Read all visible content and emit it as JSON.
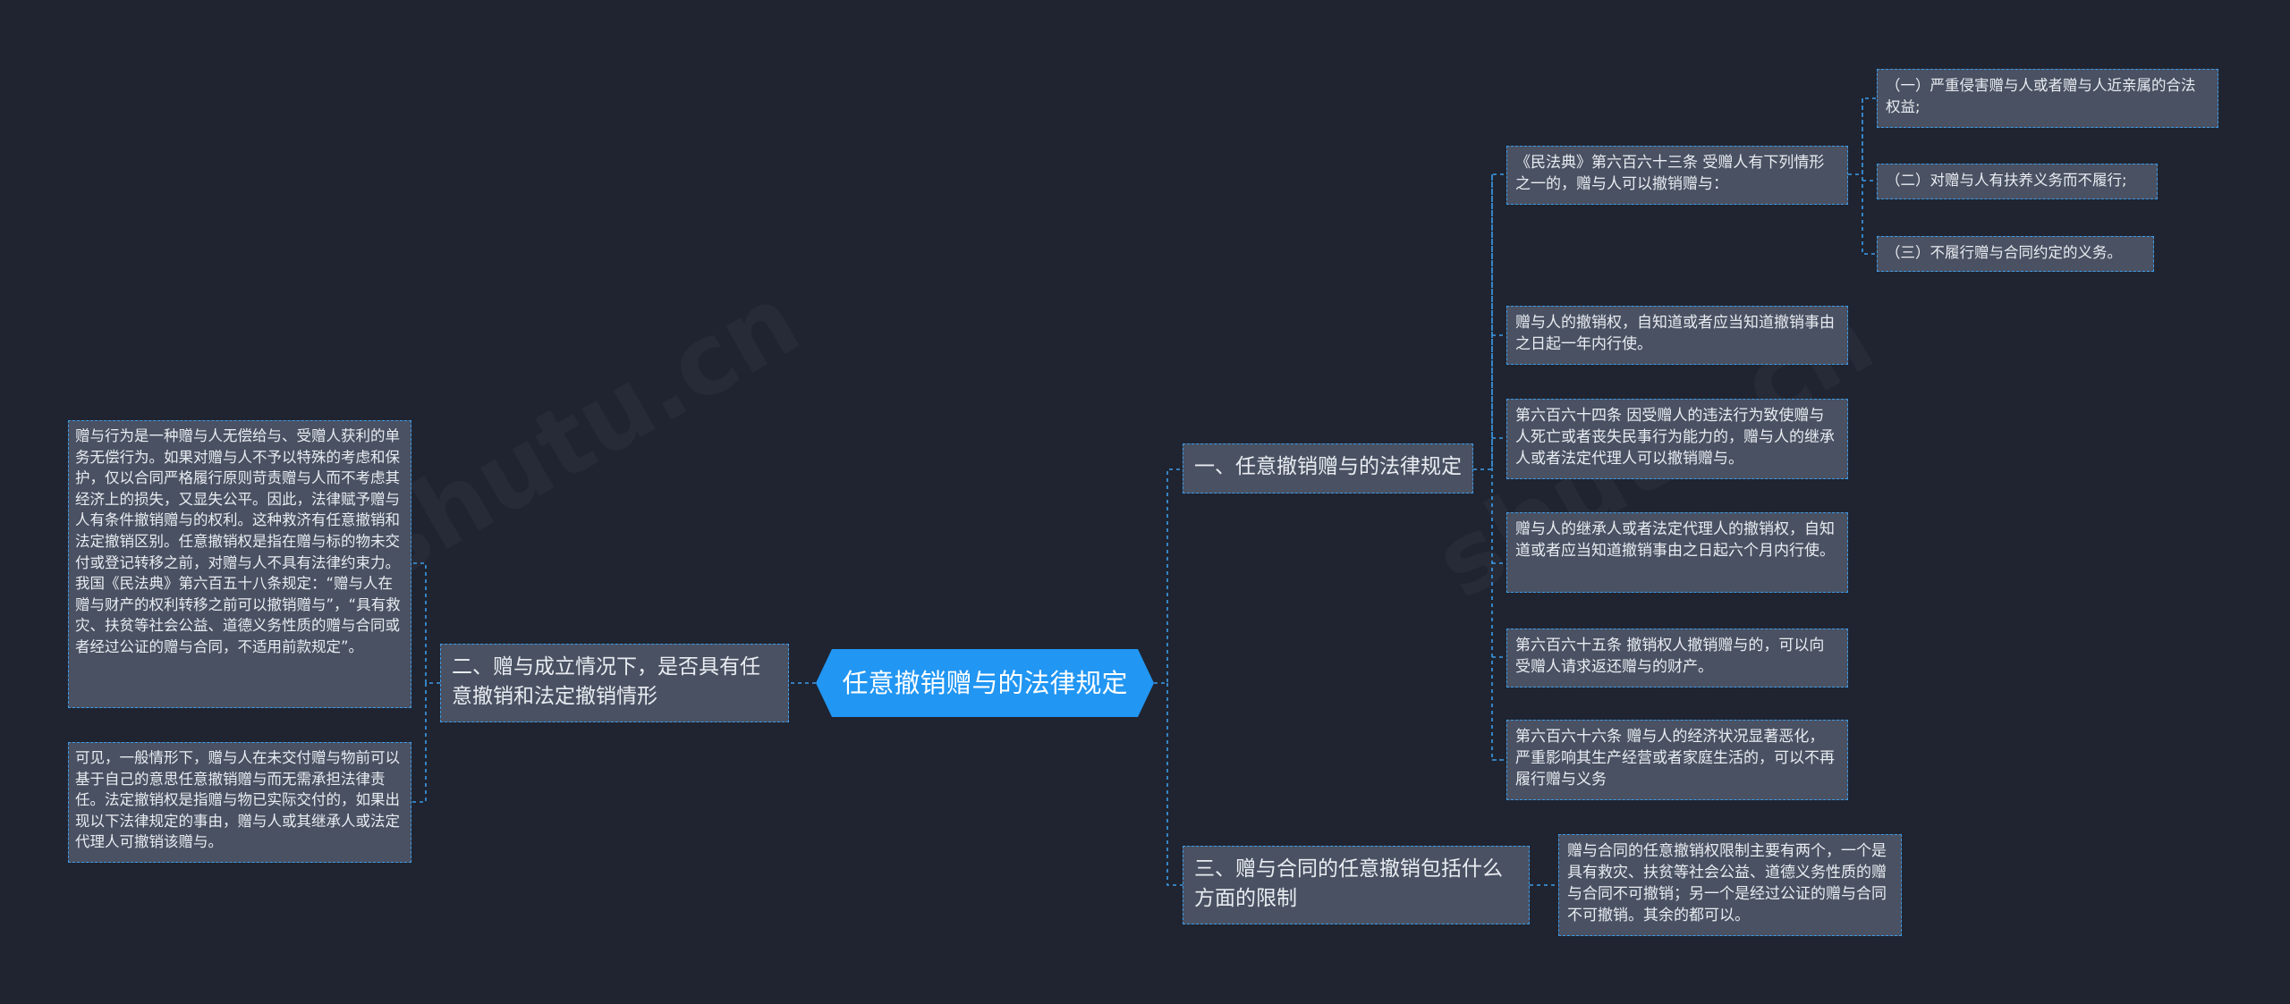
{
  "root": {
    "text": "任意撤销赠与的法律规定"
  },
  "watermark": {
    "left": "shutu.cn",
    "right": "shutu.cn"
  },
  "branches": {
    "b1": {
      "title": "一、任意撤销赠与的法律规定",
      "items": {
        "art663": {
          "text": "《民法典》第六百六十三条 受赠人有下列情形之一的，赠与人可以撤销赠与：",
          "subs": [
            "（一）严重侵害赠与人或者赠与人近亲属的合法权益;",
            "（二）对赠与人有扶养义务而不履行;",
            "（三）不履行赠与合同约定的义务。"
          ]
        },
        "period": "赠与人的撤销权，自知道或者应当知道撤销事由之日起一年内行使。",
        "art664": "第六百六十四条 因受赠人的违法行为致使赠与人死亡或者丧失民事行为能力的，赠与人的继承人或者法定代理人可以撤销赠与。",
        "heirs": "赠与人的继承人或者法定代理人的撤销权，自知道或者应当知道撤销事由之日起六个月内行使。",
        "art665": "第六百六十五条 撤销权人撤销赠与的，可以向受赠人请求返还赠与的财产。",
        "art666": "第六百六十六条 赠与人的经济状况显著恶化，严重影响其生产经营或者家庭生活的，可以不再履行赠与义务"
      }
    },
    "b2": {
      "title": "二、赠与成立情况下，是否具有任意撤销和法定撤销情形",
      "items": {
        "p1": "赠与行为是一种赠与人无偿给与、受赠人获利的单务无偿行为。如果对赠与人不予以特殊的考虑和保护，仅以合同严格履行原则苛责赠与人而不考虑其经济上的损失，又显失公平。因此，法律赋予赠与人有条件撤销赠与的权利。这种救济有任意撤销和法定撤销区别。任意撤销权是指在赠与标的物未交付或登记转移之前，对赠与人不具有法律约束力。我国《民法典》第六百五十八条规定：“赠与人在赠与财产的权利转移之前可以撤销赠与”，“具有救灾、扶贫等社会公益、道德义务性质的赠与合同或者经过公证的赠与合同，不适用前款规定”。",
        "p2": "可见，一般情形下，赠与人在未交付赠与物前可以基于自己的意思任意撤销赠与而无需承担法律责任。法定撤销权是指赠与物已实际交付的，如果出现以下法律规定的事由，赠与人或其继承人或法定代理人可撤销该赠与。"
      }
    },
    "b3": {
      "title": "三、赠与合同的任意撤销包括什么方面的限制",
      "items": {
        "p1": "赠与合同的任意撤销权限制主要有两个，一个是具有救灾、扶贫等社会公益、道德义务性质的赠与合同不可撤销；另一个是经过公证的赠与合同不可撤销。其余的都可以。"
      }
    }
  }
}
